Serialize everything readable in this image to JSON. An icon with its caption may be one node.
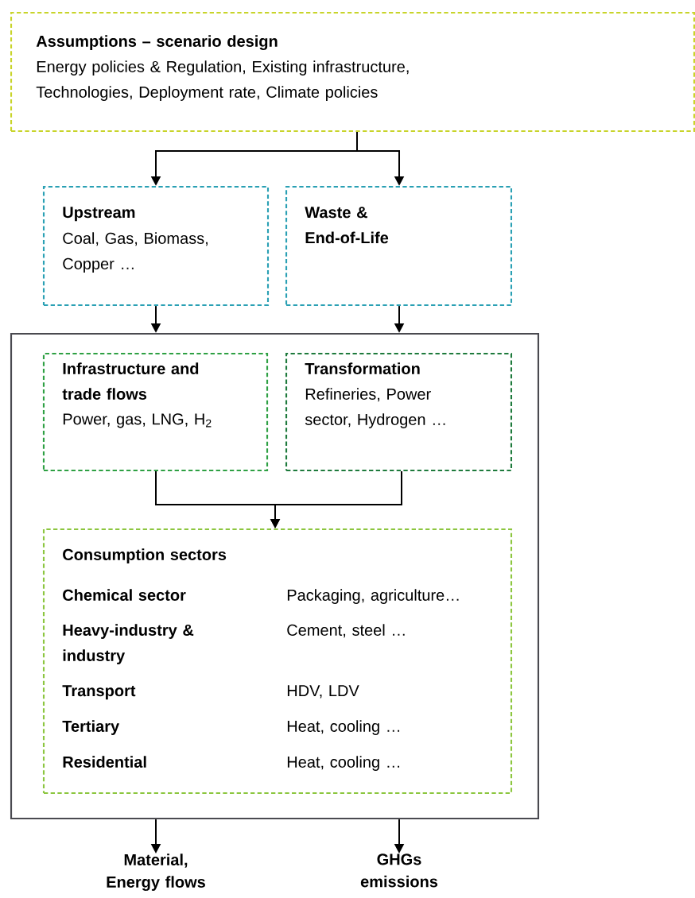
{
  "diagram": {
    "nodes": [
      {
        "text": [
          "Assumptions – scenario design",
          "Energy policies & Regulation, Existing infrastructure, Technologies, Deployment rate, Climate policies"
        ]
      },
      {
        "text": [
          "Upstream",
          "Coal, Gas, Biomass, Copper …"
        ]
      },
      {
        "text": [
          "Waste & End-of-Life"
        ]
      },
      {
        "text": [],
        "shape": "box"
      },
      {
        "text": [
          "Infrastructure and trade flows",
          "Power, gas, LNG, H$_{2}$"
        ],
        "in": 3
      },
      {
        "text": [
          "Transformation",
          "Refineries, Power sector, Hydrogen …"
        ],
        "in": 3
      },
      {
        "text": [
          "Consumption sectors",
          "Chemical sector",
          "Packaging, agriculture…",
          "Heavy-industry & industry",
          "Cement, steel …",
          "Transport",
          "HDV, LDV",
          "Tertiary",
          "Heat, cooling …",
          "Residential",
          "Heat, cooling …"
        ],
        "in": 3
      },
      {
        "text": [
          "Material, Energy flows"
        ]
      },
      {
        "text": [
          "GHGs emissions"
        ]
      }
    ],
    "edges": [
      {
        "from": 0,
        "to": 1,
        "arrow": "to"
      },
      {
        "from": 0,
        "to": 2,
        "arrow": "to"
      },
      {
        "from": 1,
        "to": 3,
        "arrow": "to"
      },
      {
        "from": 2,
        "to": 3,
        "arrow": "to"
      },
      {
        "from": 4,
        "to": 6,
        "arrow": "to"
      },
      {
        "from": 5,
        "to": 6,
        "arrow": "to"
      },
      {
        "from": 3,
        "to": 7,
        "arrow": "to"
      },
      {
        "from": 3,
        "to": 8,
        "arrow": "to"
      }
    ]
  }
}
